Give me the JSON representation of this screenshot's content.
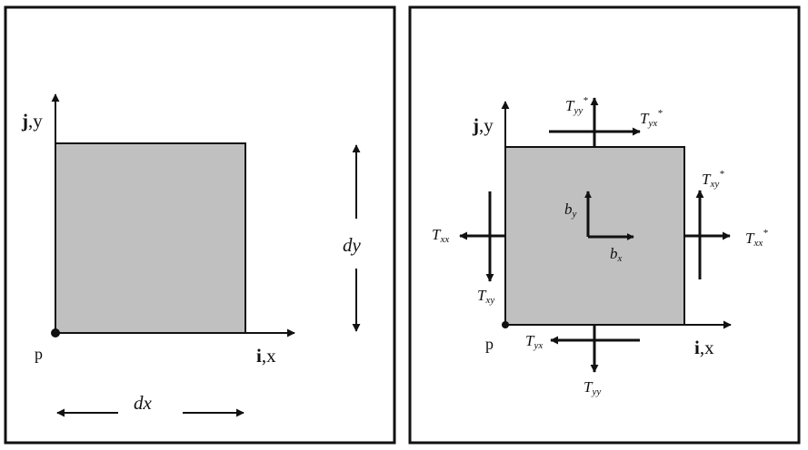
{
  "colors": {
    "frame": "#111111",
    "element_fill": "#c0c0c0",
    "line": "#111111"
  },
  "left_panel": {
    "y_axis": {
      "bold": "j",
      "text": ",y"
    },
    "x_axis": {
      "bold": "i",
      "text": ",x"
    },
    "origin": "p",
    "width_label": "dx",
    "height_label": "dy"
  },
  "right_panel": {
    "y_axis": {
      "bold": "j",
      "text": ",y"
    },
    "x_axis": {
      "bold": "i",
      "text": ",x"
    },
    "origin": "p",
    "stress_symbol": "T",
    "body_symbol": "b",
    "tyy_top": {
      "sub": "yy",
      "sup": "*"
    },
    "tyx_top": {
      "sub": "yx",
      "sup": "*"
    },
    "txy_right": {
      "sub": "xy",
      "sup": "*"
    },
    "txx_right": {
      "sub": "xx",
      "sup": "*"
    },
    "txx_left": {
      "sub": "xx"
    },
    "txy_left": {
      "sub": "xy"
    },
    "tyx_bottom": {
      "sub": "yx"
    },
    "tyy_bottom": {
      "sub": "yy"
    },
    "by": {
      "sub": "y"
    },
    "bx": {
      "sub": "x"
    }
  }
}
